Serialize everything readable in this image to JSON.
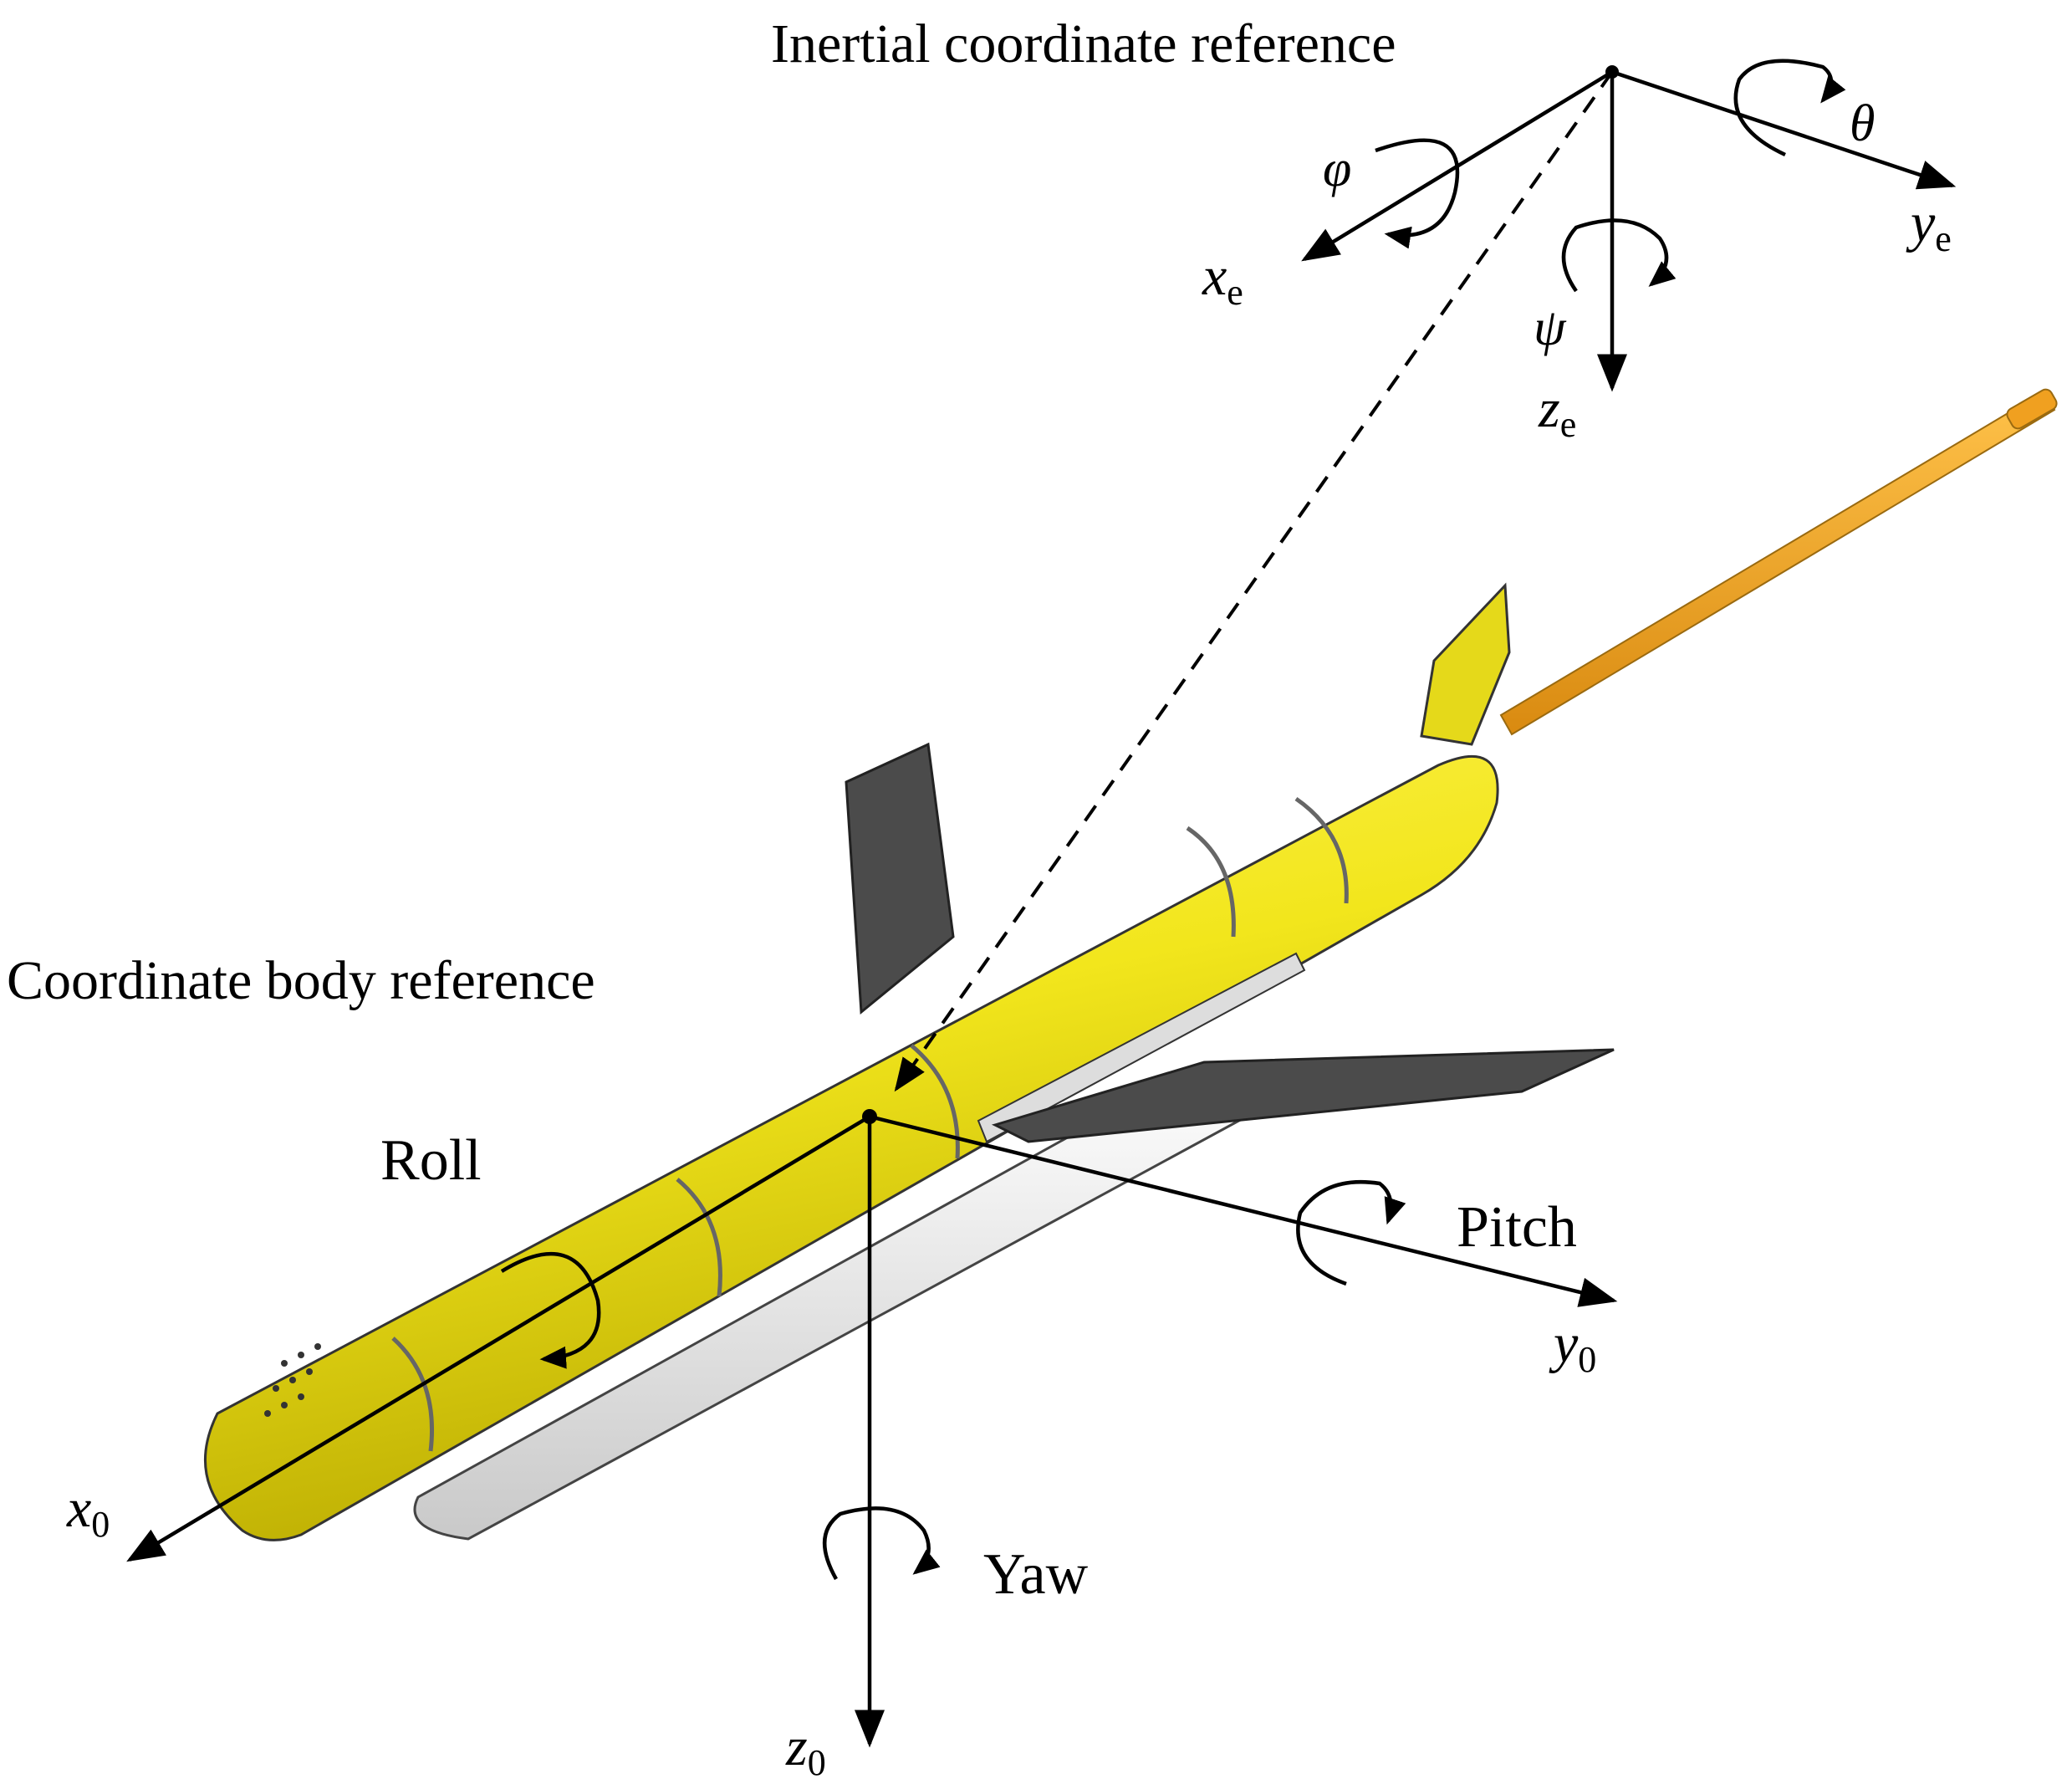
{
  "inertial": {
    "title": "Inertial coordinate reference",
    "x_axis": {
      "base": "x",
      "sub": "e"
    },
    "y_axis": {
      "base": "y",
      "sub": "e"
    },
    "z_axis": {
      "base": "z",
      "sub": "e"
    },
    "phi": "φ",
    "theta": "θ",
    "psi": "ψ"
  },
  "body": {
    "title": "Coordinate body reference",
    "x_axis": {
      "base": "x",
      "sub": "0"
    },
    "y_axis": {
      "base": "y",
      "sub": "0"
    },
    "z_axis": {
      "base": "z",
      "sub": "0"
    },
    "roll": "Roll",
    "pitch": "Pitch",
    "yaw": "Yaw"
  },
  "colors": {
    "hull": "#f2e61c",
    "hull_dark": "#b8a900",
    "fin": "#4b4b4b",
    "antenna": "#f0a020",
    "lines": "#000000"
  },
  "icons": {
    "rotation_arrow": "curved-rotation-arrow",
    "vehicle": "underwater-glider"
  }
}
